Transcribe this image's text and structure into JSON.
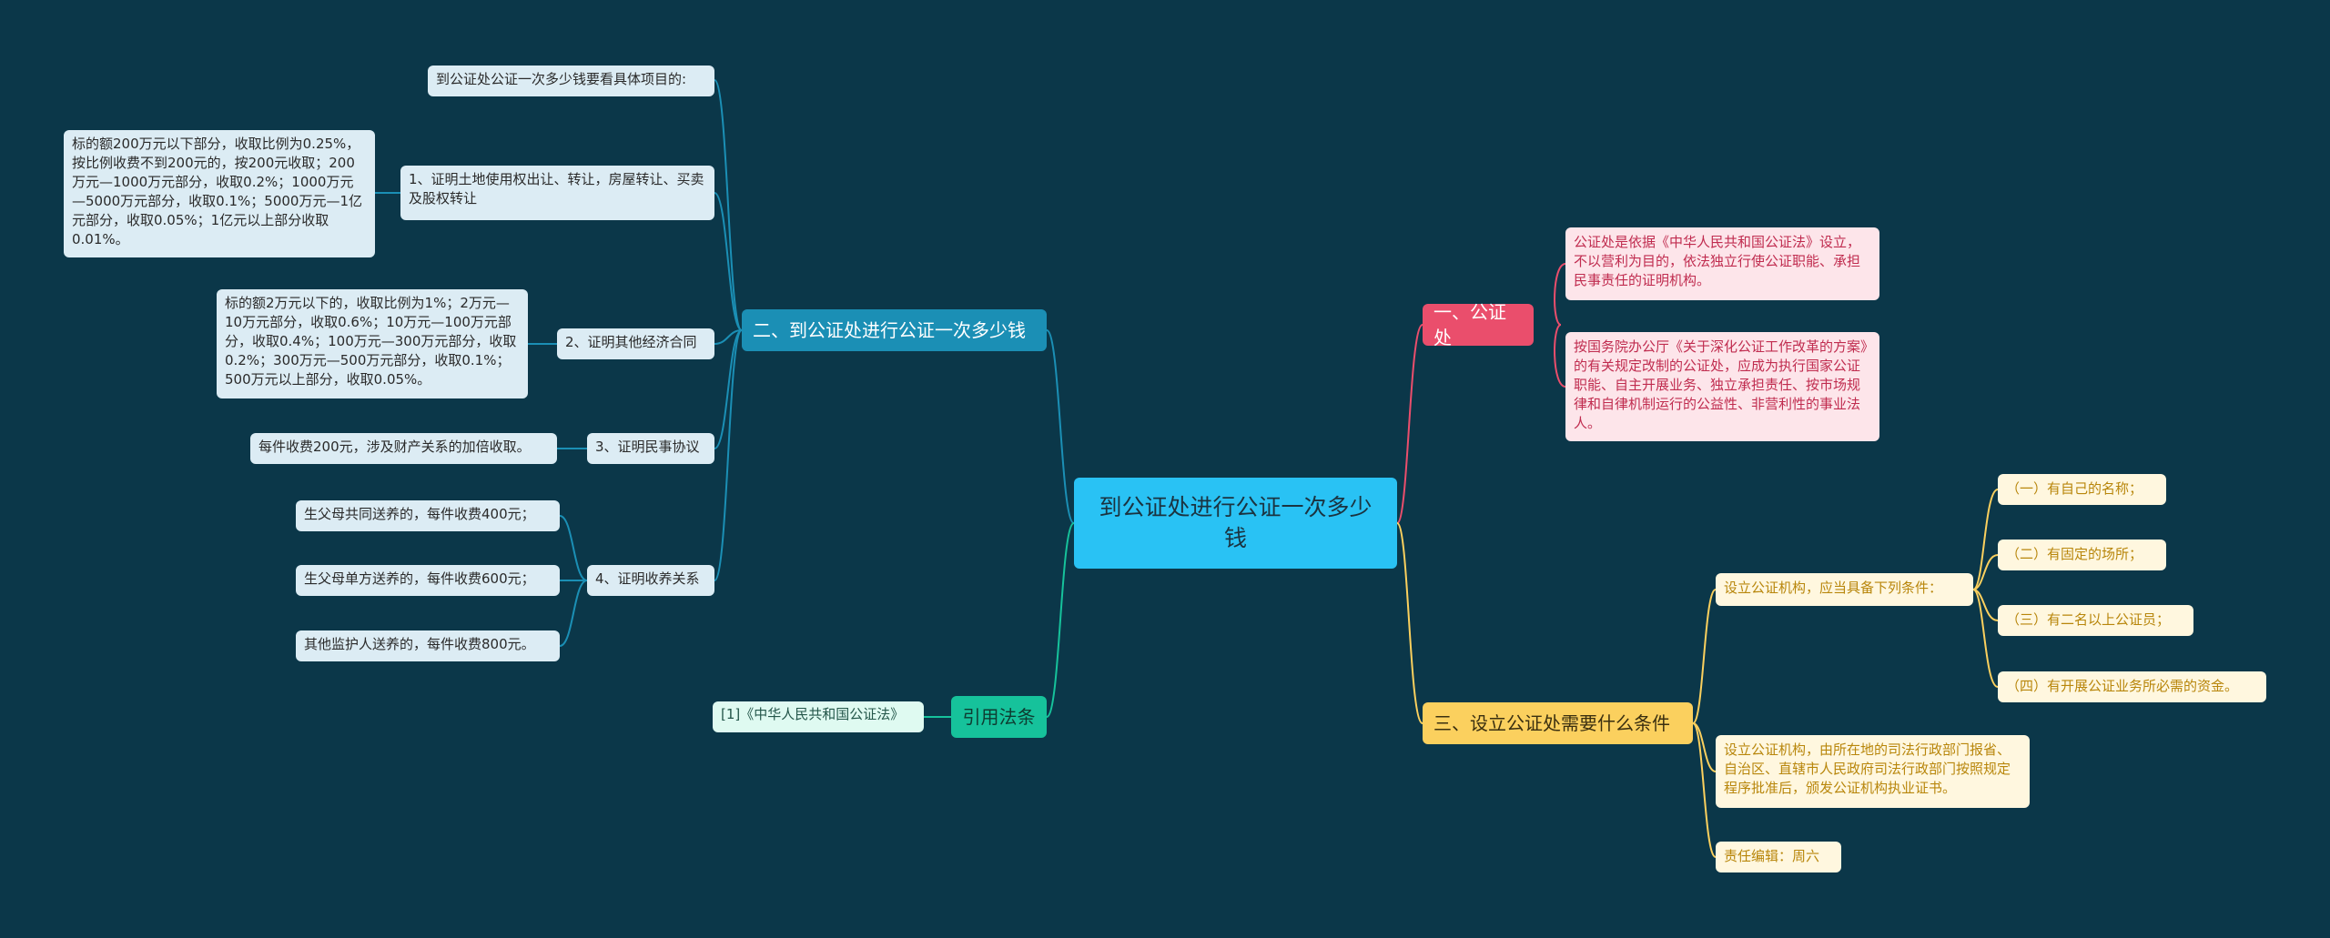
{
  "root": {
    "text": "到公证处进行公证一次多少钱"
  },
  "branches": {
    "cost": {
      "label": "二、到公证处进行公证一次多少钱",
      "intro": "到公证处公证一次多少钱要看具体项目的:",
      "items": [
        {
          "label": "1、证明土地使用权出让、转让，房屋转让、买卖及股权转让",
          "detail": "标的额200万元以下部分，收取比例为0.25%，按比例收费不到200元的，按200元收取；200万元—1000万元部分，收取0.2%；1000万元—5000万元部分，收取0.1%；5000万元—1亿元部分，收取0.05%；1亿元以上部分收取0.01%。"
        },
        {
          "label": "2、证明其他经济合同",
          "detail": "标的额2万元以下的，收取比例为1%；2万元—10万元部分，收取0.6%；10万元—100万元部分，收取0.4%；100万元—300万元部分，收取0.2%；300万元—500万元部分，收取0.1%；500万元以上部分，收取0.05%。"
        },
        {
          "label": "3、证明民事协议",
          "detail": "每件收费200元，涉及财产关系的加倍收取。"
        },
        {
          "label": "4、证明收养关系",
          "details": [
            "生父母共同送养的，每件收费400元；",
            "生父母单方送养的，每件收费600元；",
            "其他监护人送养的，每件收费800元。"
          ]
        }
      ]
    },
    "law": {
      "label": "引用法条",
      "items": [
        "[1]《中华人民共和国公证法》"
      ]
    },
    "office": {
      "label": "一、公证处",
      "items": [
        "公证处是依据《中华人民共和国公证法》设立，不以营利为目的，依法独立行使公证职能、承担民事责任的证明机构。",
        "按国务院办公厅《关于深化公证工作改革的方案》的有关规定改制的公证处，应成为执行国家公证职能、自主开展业务、独立承担责任、按市场规律和自律机制运行的公益性、非营利性的事业法人。"
      ]
    },
    "conditions": {
      "label": "三、设立公证处需要什么条件",
      "intro": "设立公证机构，应当具备下列条件：",
      "sub": [
        "（一）有自己的名称；",
        "（二）有固定的场所；",
        "（三）有二名以上公证员；",
        "（四）有开展公证业务所必需的资金。"
      ],
      "approval": "设立公证机构，由所在地的司法行政部门报省、自治区、直辖市人民政府司法行政部门按照规定程序批准后，颁发公证机构执业证书。",
      "editor": "责任编辑：周六"
    }
  },
  "colors": {
    "background": "#0b3749",
    "root": "#29c2f4",
    "blue_branch": "#1b8fb5",
    "green_branch": "#16c29b",
    "red_branch": "#ea4e6c",
    "yellow_branch": "#fbd05e"
  }
}
